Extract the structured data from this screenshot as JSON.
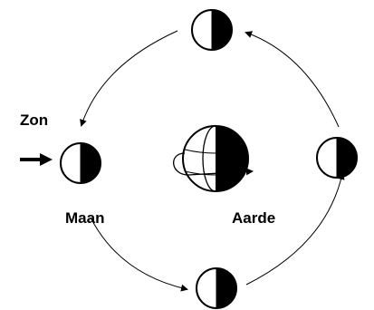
{
  "labels": {
    "sun": "Zon",
    "moon": "Maan",
    "earth": "Aarde"
  },
  "colors": {
    "ink": "#000000",
    "background": "#ffffff"
  },
  "icons": {
    "sunlight": "arrow-right-icon",
    "moon": "moon-half-lit-icon",
    "earth": "earth-globe-icon"
  }
}
